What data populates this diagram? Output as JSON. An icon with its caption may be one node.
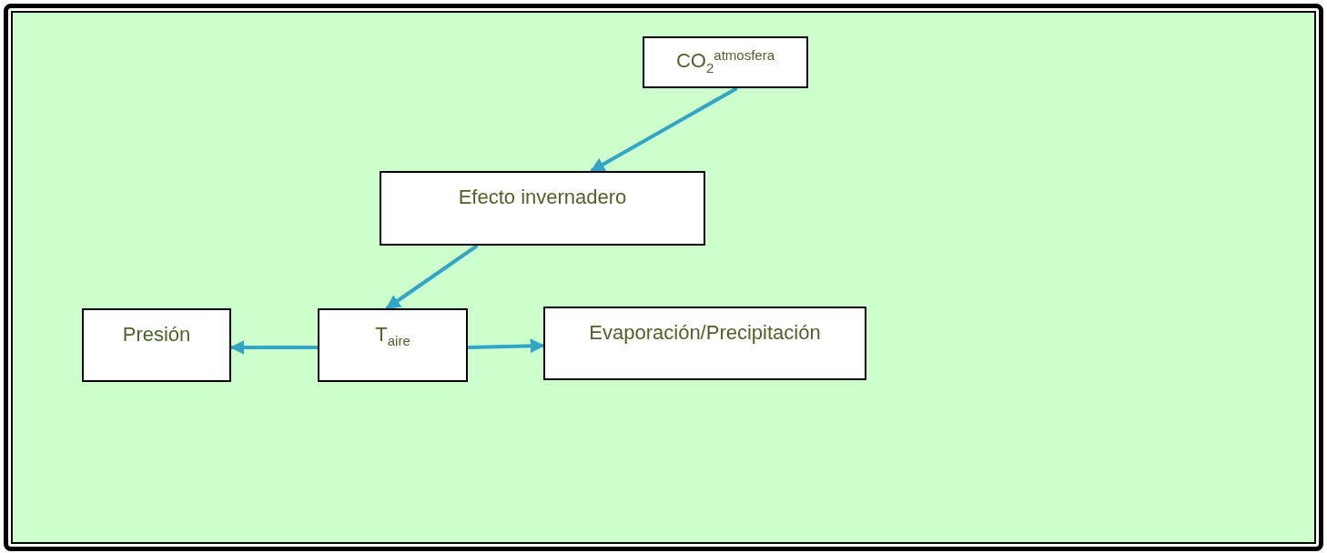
{
  "diagram": {
    "nodes": [
      {
        "text": [
          "CO$_{2}$$^{atmosfera}$"
        ]
      },
      {
        "text": [
          "Efecto invernadero"
        ]
      },
      {
        "text": [
          "T$_{aire}$"
        ]
      },
      {
        "text": [
          "Presión"
        ]
      },
      {
        "text": [
          "Evaporación/Precipitación"
        ]
      }
    ],
    "edges": [
      {
        "from": 0,
        "to": 1,
        "arrow": "to"
      },
      {
        "from": 1,
        "to": 2,
        "arrow": "to"
      },
      {
        "from": 2,
        "to": 3,
        "arrow": "to"
      },
      {
        "from": 2,
        "to": 4,
        "arrow": "to"
      }
    ]
  }
}
